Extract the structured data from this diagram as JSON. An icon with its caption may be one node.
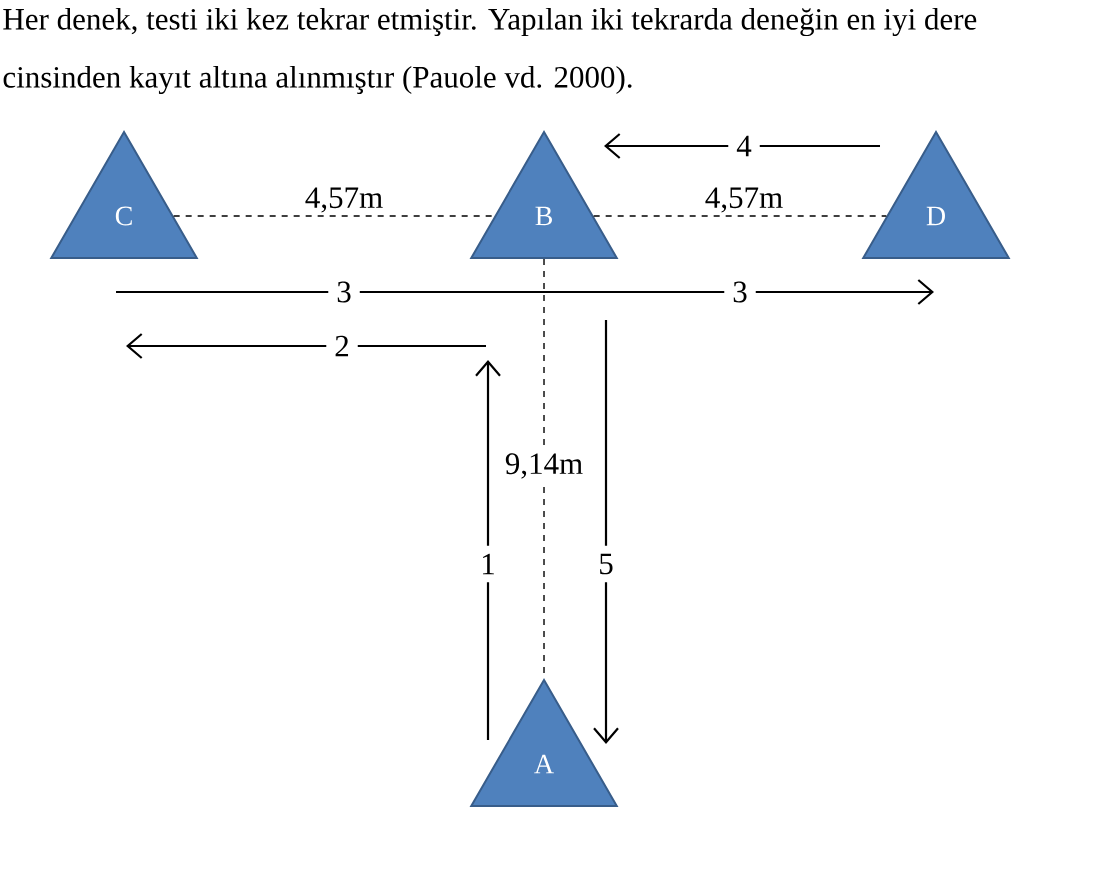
{
  "diagram": {
    "nodes": [
      {
        "text": [
          "C"
        ]
      },
      {
        "text": [
          "B"
        ]
      },
      {
        "text": [
          "D"
        ]
      },
      {
        "text": [
          "A"
        ]
      }
    ],
    "edges": [
      {
        "from": 0,
        "to": 1,
        "arrow": "none",
        "style": "dashed",
        "label": "4,57m"
      },
      {
        "from": 1,
        "to": 2,
        "arrow": "none",
        "style": "dashed",
        "label": "4,57m"
      },
      {
        "from": 1,
        "to": 3,
        "arrow": "none",
        "style": "dashed",
        "label": "9,14m"
      }
    ],
    "labels": [
      "Her denek, testi iki kez tekrar etmiştir. Yapılan iki tekrarda deneğin en iyi dere",
      "cinsinden kayıt altına alınmıştır (Pauole vd. 2000).",
      "4",
      "3",
      "3",
      "2",
      "1",
      "5"
    ]
  }
}
